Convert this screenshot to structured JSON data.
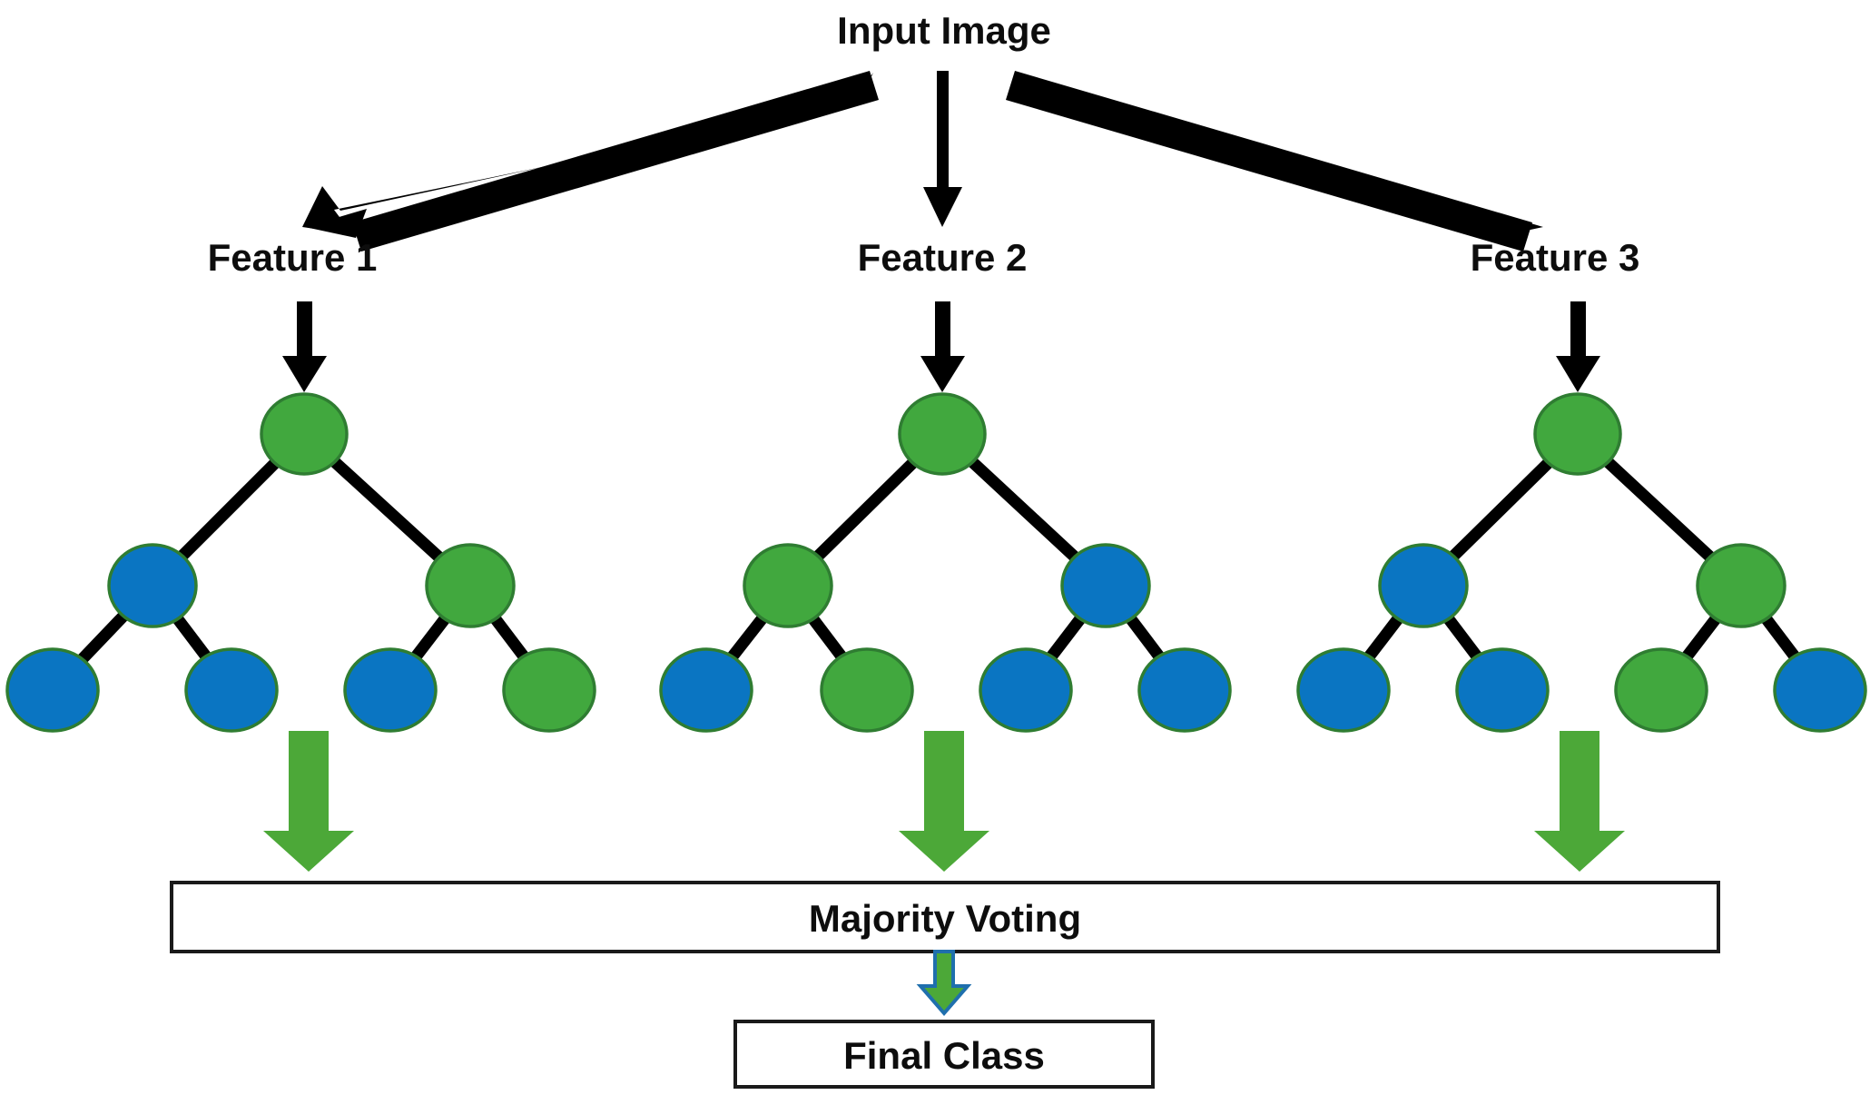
{
  "diagram": {
    "title": "Input Image",
    "features": [
      {
        "label": "Feature 1"
      },
      {
        "label": "Feature 2"
      },
      {
        "label": "Feature 3"
      }
    ],
    "aggregation_box": {
      "label": "Majority Voting"
    },
    "output_box": {
      "label": "Final Class"
    },
    "colors": {
      "green_fill": "#41a83e",
      "blue_fill": "#0a75c2",
      "node_border": "#2f7d32",
      "edge": "#000000",
      "arrow_black": "#000000",
      "arrow_green": "#4ca838",
      "arrow_green_outline": "#1f6fad",
      "box_border": "#1a1a1a",
      "background": "#ffffff",
      "text": "#0d0d0d"
    },
    "trees": [
      {
        "name": "tree-feature-1",
        "root": {
          "color": "green"
        },
        "level2": [
          {
            "color": "blue"
          },
          {
            "color": "green"
          }
        ],
        "leaves": [
          {
            "color": "blue"
          },
          {
            "color": "blue"
          },
          {
            "color": "blue"
          },
          {
            "color": "green"
          }
        ]
      },
      {
        "name": "tree-feature-2",
        "root": {
          "color": "green"
        },
        "level2": [
          {
            "color": "green"
          },
          {
            "color": "blue"
          }
        ],
        "leaves": [
          {
            "color": "blue"
          },
          {
            "color": "green"
          },
          {
            "color": "blue"
          },
          {
            "color": "blue"
          }
        ]
      },
      {
        "name": "tree-feature-3",
        "root": {
          "color": "green"
        },
        "level2": [
          {
            "color": "blue"
          },
          {
            "color": "green"
          }
        ],
        "leaves": [
          {
            "color": "blue"
          },
          {
            "color": "blue"
          },
          {
            "color": "green"
          },
          {
            "color": "blue"
          }
        ]
      }
    ]
  },
  "chart_data": {
    "type": "diagram",
    "title": "Input Image",
    "description": "Random-forest style ensemble: an input image is split into three features, each feeding a decision tree; tree outputs are combined by majority voting into a final class.",
    "nodes": [
      "Input Image",
      "Feature 1",
      "Feature 2",
      "Feature 3",
      "Majority Voting",
      "Final Class"
    ],
    "edges": [
      {
        "from": "Input Image",
        "to": "Feature 1"
      },
      {
        "from": "Input Image",
        "to": "Feature 2"
      },
      {
        "from": "Input Image",
        "to": "Feature 3"
      },
      {
        "from": "Feature 1",
        "to": "Majority Voting"
      },
      {
        "from": "Feature 2",
        "to": "Majority Voting"
      },
      {
        "from": "Feature 3",
        "to": "Majority Voting"
      },
      {
        "from": "Majority Voting",
        "to": "Final Class"
      }
    ]
  }
}
